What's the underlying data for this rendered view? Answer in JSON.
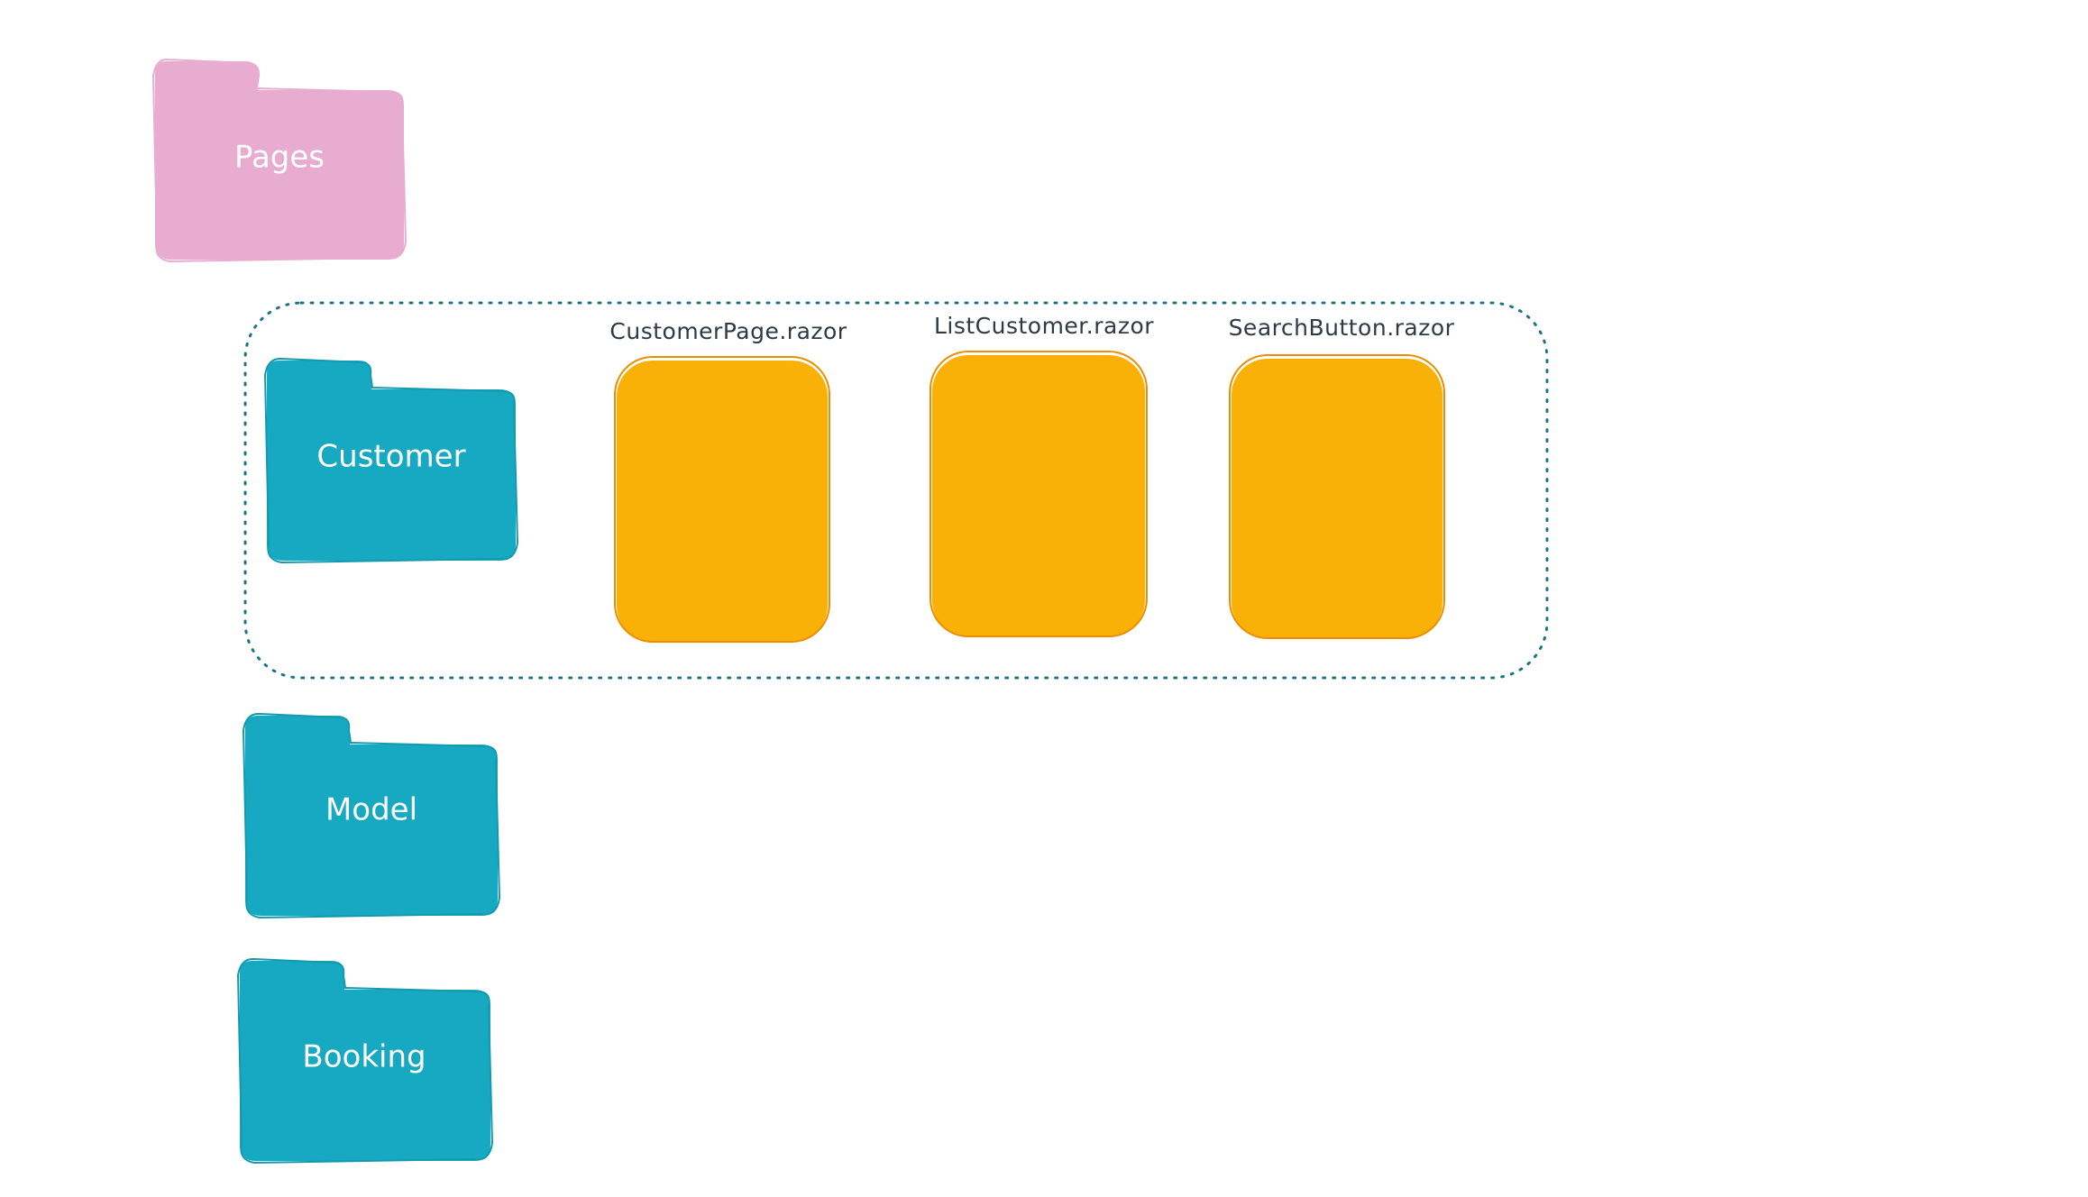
{
  "colors": {
    "pages_folder": "#e8acd1",
    "component_folder": "#17a9c1",
    "component_folder_stroke": "#129ab0",
    "razor_file": "#f9b007",
    "razor_file_stroke": "#f08c00",
    "group_border": "#1b7487",
    "label_text": "#2f3a45"
  },
  "folders": {
    "pages": {
      "label": "Pages",
      "icon": "folder-icon"
    },
    "customer": {
      "label": "Customer",
      "icon": "folder-icon"
    },
    "model": {
      "label": "Model",
      "icon": "folder-icon"
    },
    "booking": {
      "label": "Booking",
      "icon": "folder-icon"
    }
  },
  "customer_files": [
    {
      "label": "CustomerPage.razor"
    },
    {
      "label": "ListCustomer.razor"
    },
    {
      "label": "SearchButton.razor"
    }
  ]
}
